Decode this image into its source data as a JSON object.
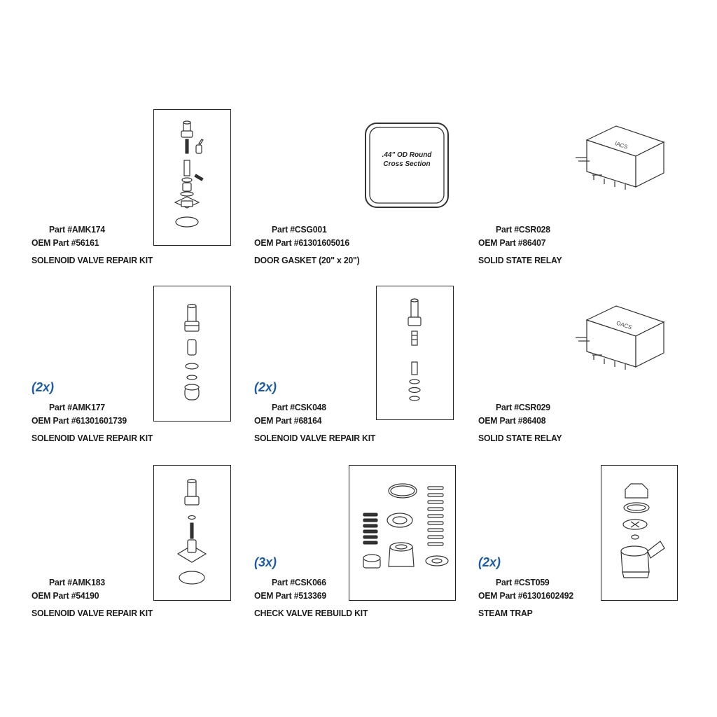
{
  "items": [
    {
      "qty": "",
      "part": "Part #AMK174",
      "oem": "OEM Part #56161",
      "name": "SOLENOID VALVE REPAIR KIT"
    },
    {
      "qty": "",
      "part": "Part #CSG001",
      "oem": "OEM Part #61301605016",
      "name": "DOOR GASKET (20\" x 20\")",
      "note1": ".44\" OD Round",
      "note2": "Cross Section"
    },
    {
      "qty": "",
      "part": "Part #CSR028",
      "oem": "OEM Part #86407",
      "name": "SOLID STATE RELAY",
      "label": "IACS"
    },
    {
      "qty": "(2x)",
      "part": "Part #AMK177",
      "oem": "OEM Part #61301601739",
      "name": "SOLENOID VALVE REPAIR KIT"
    },
    {
      "qty": "(2x)",
      "part": "Part #CSK048",
      "oem": "OEM Part #68164",
      "name": "SOLENOID VALVE REPAIR KIT"
    },
    {
      "qty": "",
      "part": "Part #CSR029",
      "oem": "OEM Part #86408",
      "name": "SOLID STATE RELAY",
      "label": "OACS"
    },
    {
      "qty": "",
      "part": "Part #AMK183",
      "oem": "OEM Part #54190",
      "name": "SOLENOID VALVE REPAIR KIT"
    },
    {
      "qty": "(3x)",
      "part": "Part #CSK066",
      "oem": "OEM Part #513369",
      "name": "CHECK VALVE REBUILD KIT"
    },
    {
      "qty": "(2x)",
      "part": "Part #CST059",
      "oem": "OEM Part #61301602492",
      "name": "STEAM TRAP"
    }
  ]
}
